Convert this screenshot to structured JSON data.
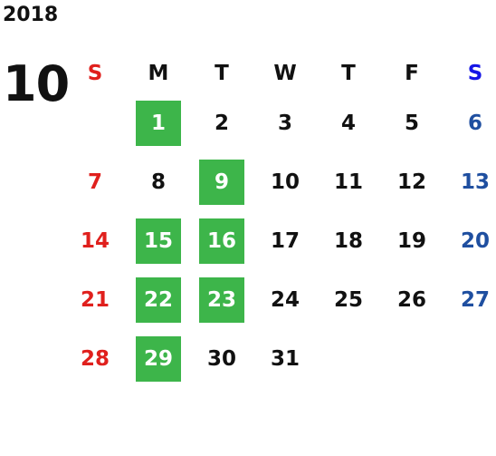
{
  "calendar": {
    "year": "2018",
    "month": "10",
    "weekdays": [
      "S",
      "M",
      "T",
      "W",
      "T",
      "F",
      "S"
    ],
    "weeks": [
      [
        "",
        "1",
        "2",
        "3",
        "4",
        "5",
        "6"
      ],
      [
        "7",
        "8",
        "9",
        "10",
        "11",
        "12",
        "13"
      ],
      [
        "14",
        "15",
        "16",
        "17",
        "18",
        "19",
        "20"
      ],
      [
        "21",
        "22",
        "23",
        "24",
        "25",
        "26",
        "27"
      ],
      [
        "28",
        "29",
        "30",
        "31",
        "",
        "",
        ""
      ]
    ],
    "highlighted_days": [
      "1",
      "9",
      "15",
      "16",
      "22",
      "23",
      "29"
    ],
    "colors": {
      "highlight": "#3db54a",
      "sunday": "#e0201d",
      "saturday": "#1f4fa0",
      "saturday_header": "#1616e6",
      "text": "#111111"
    }
  }
}
